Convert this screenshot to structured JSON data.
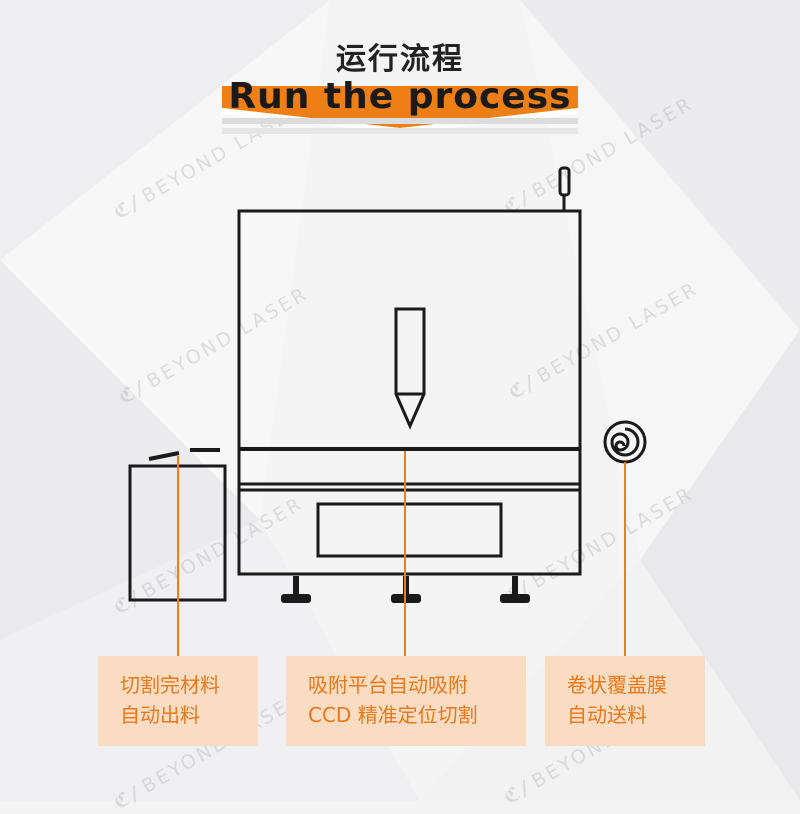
{
  "heading": "运行流程",
  "banner": "Run the process",
  "watermark": {
    "logo": "ℭ∕",
    "text": "BEYOND LASER"
  },
  "labels": [
    {
      "line1": "切割完材料",
      "line2": "自动出料"
    },
    {
      "line1": "吸附平台自动吸附",
      "line2": "CCD 精准定位切割"
    },
    {
      "line1": "卷状覆盖膜",
      "line2": "自动送料"
    }
  ],
  "colors": {
    "accent": "#ee7f16",
    "label_bg": "#f9dcc2",
    "label_text": "#e87818",
    "line": "#1a1a1a"
  }
}
